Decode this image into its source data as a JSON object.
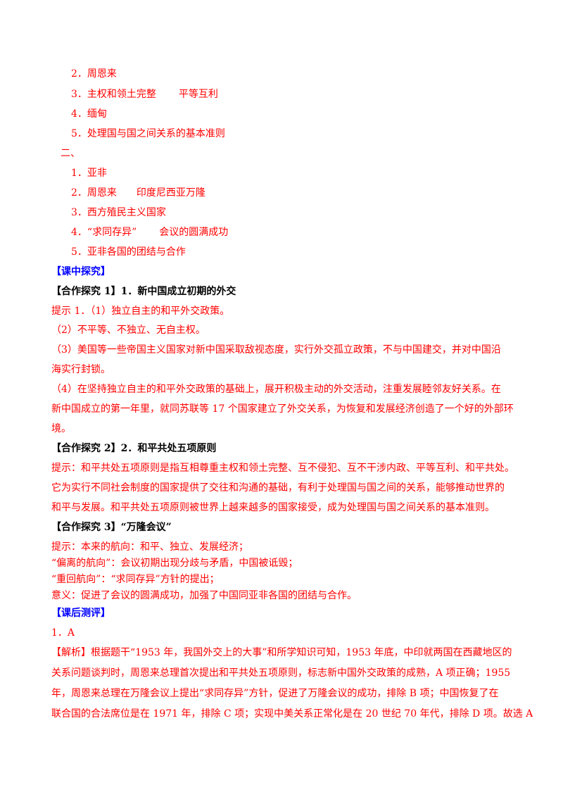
{
  "section1_list": {
    "item2": "2．周恩来",
    "item3_a": "3．主权和领土完整",
    "item3_b": "平等互利",
    "item4": "4．缅甸",
    "item5": "5．处理国与国之间关系的基本准则"
  },
  "section2": {
    "heading": "二、",
    "item1": "1．亚非",
    "item2_a": "2．周恩来",
    "item2_b": "印度尼西亚万隆",
    "item3": "3．西方殖民主义国家",
    "item4_a": "4．“求同存异”",
    "item4_b": "会议的圆满成功",
    "item5": "5．亚非各国的团结与合作"
  },
  "in_class": {
    "heading": "【课中探究】",
    "explore1_title": "【合作探究 1】1．新中国成立初期的外交",
    "explore1_lines": [
      "提示 1．（1）独立自主的和平外交政策。",
      "（2）不平等、不独立、无自主权。",
      "（3）美国等一些帝国主义国家对新中国采取敌视态度，实行外交孤立政策，不与中国建交，并对中国沿",
      "海实行封锁。",
      "（4）在坚持独立自主的和平外交政策的基础上，展开积极主动的外交活动，注重发展睦邻友好关系。在",
      "新中国成立的第一年里，就同苏联等 17 个国家建立了外交关系，为恢复和发展经济创造了一个好的外部环",
      "境。"
    ],
    "explore2_title": "【合作探究 2】2．和平共处五项原则",
    "explore2_lines": [
      "提示：和平共处五项原则是指互相尊重主权和领土完整、互不侵犯、互不干涉内政、平等互利、和平共处。",
      "它为实行不同社会制度的国家提供了交往和沟通的基础，有利于处理国与国之间的关系，能够推动世界的",
      "和平与发展。和平共处五项原则被世界上越来越多的国家接受，成为处理国与国之间关系的基本准则。"
    ],
    "explore3_title": "【合作探究 3】“万隆会议”",
    "explore3_lines": [
      "提示：本来的航向：和平、独立、发展经济；",
      "“偏离的航向”：会议初期出现分歧与矛盾，中国被诋毁；",
      "“重回航向”：“求同存异”方针的提出；",
      "意义：促进了会议的圆满成功，加强了中国同亚非各国的团结与合作。"
    ]
  },
  "after_class": {
    "heading": "【课后测评】",
    "answer1": "1．A",
    "analysis_lines": [
      "【解析】根据题干“1953 年，我国外交上的大事”和所学知识可知，1953 年底，中印就两国在西藏地区的",
      "关系问题谈判时，周恩来总理首次提出和平共处五项原则，标志新中国外交政策的成熟，A 项正确；1955",
      "年，周恩来总理在万隆会议上提出“求同存异”方针，促进了万隆会议的成功，排除 B 项；中国恢复了在",
      "联合国的合法席位是在 1971 年，排除 C 项；实现中美关系正常化是在 20 世纪 70 年代，排除 D 项。故选 A"
    ]
  },
  "colors": {
    "answer_text": "#ff0000",
    "section_heading": "#0000ff",
    "body_text": "#000000"
  }
}
